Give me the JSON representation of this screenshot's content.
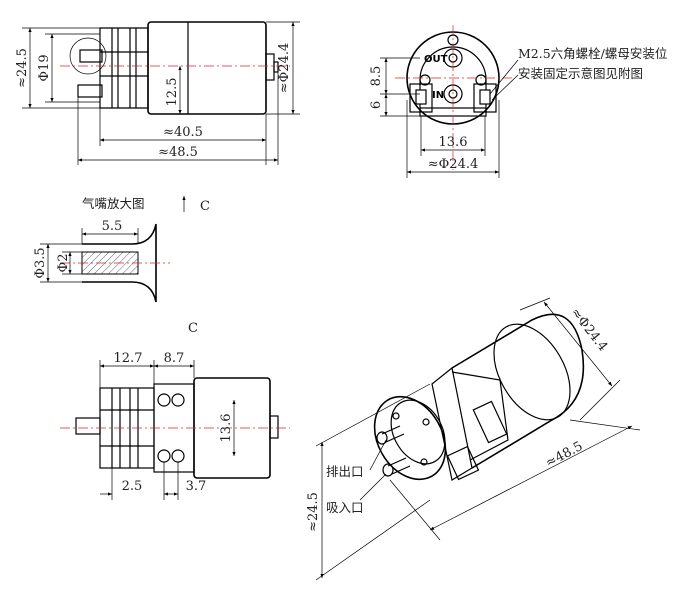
{
  "views": {
    "side": {
      "total_height": "≈24.5",
      "nozzle_dia": "Φ19",
      "mid_height": "12.5",
      "body_dia": "≈Φ24.4",
      "body_length": "≈40.5",
      "total_length": "≈48.5"
    },
    "front": {
      "note_line1": "M2.5六角螺栓/螺母安装位",
      "note_line2": "安装固定示意图见附图",
      "out_label": "OUT",
      "in_label": "IN",
      "dim_8_5": "8.5",
      "dim_6": "6",
      "dim_13_6": "13.6",
      "dim_dia": "≈Φ24.4"
    },
    "nozzle": {
      "title": "气嘴放大图",
      "arrow_label": "C",
      "dim_length": "5.5",
      "dim_outer": "Φ3.5",
      "dim_inner": "Φ2"
    },
    "bottom": {
      "view_label": "C",
      "dim_12_7": "12.7",
      "dim_8_7": "8.7",
      "dim_13_6": "13.6",
      "dim_2_5": "2.5",
      "dim_3_7": "3.7"
    },
    "iso": {
      "dim_dia": "≈Φ24.4",
      "dim_length": "≈48.5",
      "dim_height": "≈24.5",
      "outlet_label": "排出口",
      "inlet_label": "吸入口"
    }
  }
}
